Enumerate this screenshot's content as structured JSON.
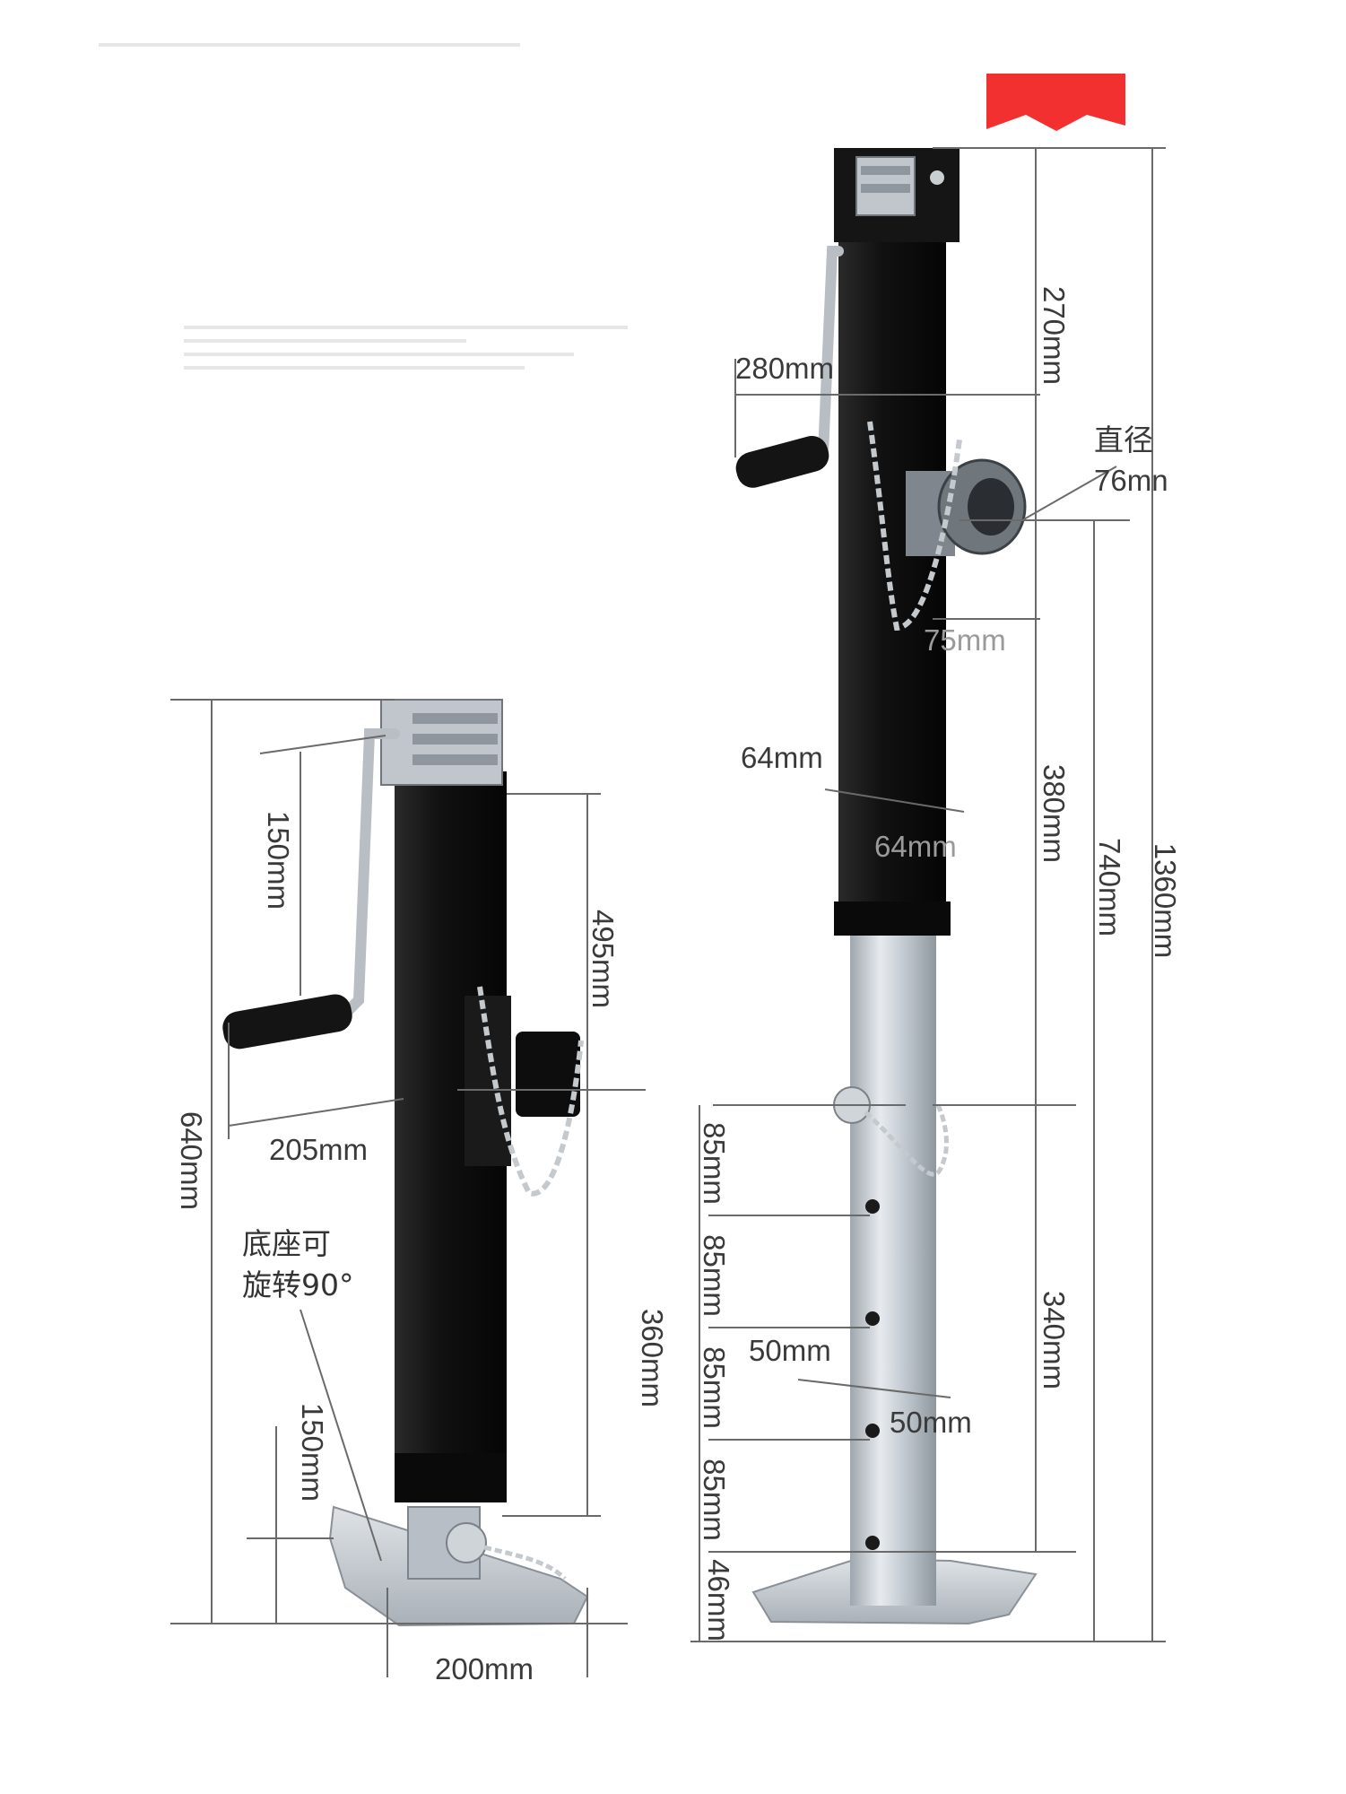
{
  "left_jack": {
    "dims": {
      "handle_offset": "150mm",
      "upper_tube": "495mm",
      "handle_reach": "205mm",
      "total_height": "640mm",
      "lower_to_foot": "360mm",
      "foot_height": "150mm",
      "foot_width": "200mm"
    },
    "note_line1": "底座可",
    "note_line2": "旋转90°"
  },
  "right_jack": {
    "dims": {
      "handle_length": "280mm",
      "top_section": "270mm",
      "diameter_label": "直径",
      "diameter_value": "76mn",
      "mount_height": "75mm",
      "tube_outer_a": "64mm",
      "tube_outer_b": "64mm",
      "mid_section": "380mm",
      "lower_section": "740mm",
      "total_height": "1360mm",
      "hole_spacing_1": "85mm",
      "hole_spacing_2": "85mm",
      "hole_spacing_3": "85mm",
      "hole_spacing_4": "85mm",
      "bottom_gap": "46mm",
      "inner_tube_a": "50mm",
      "inner_tube_b": "50mm",
      "inner_section": "340mm"
    }
  },
  "colors": {
    "accent_red": "#f1302f",
    "tube_black": "#151515",
    "steel": "#c9cfd6",
    "dim_line": "#6a6a6a"
  }
}
